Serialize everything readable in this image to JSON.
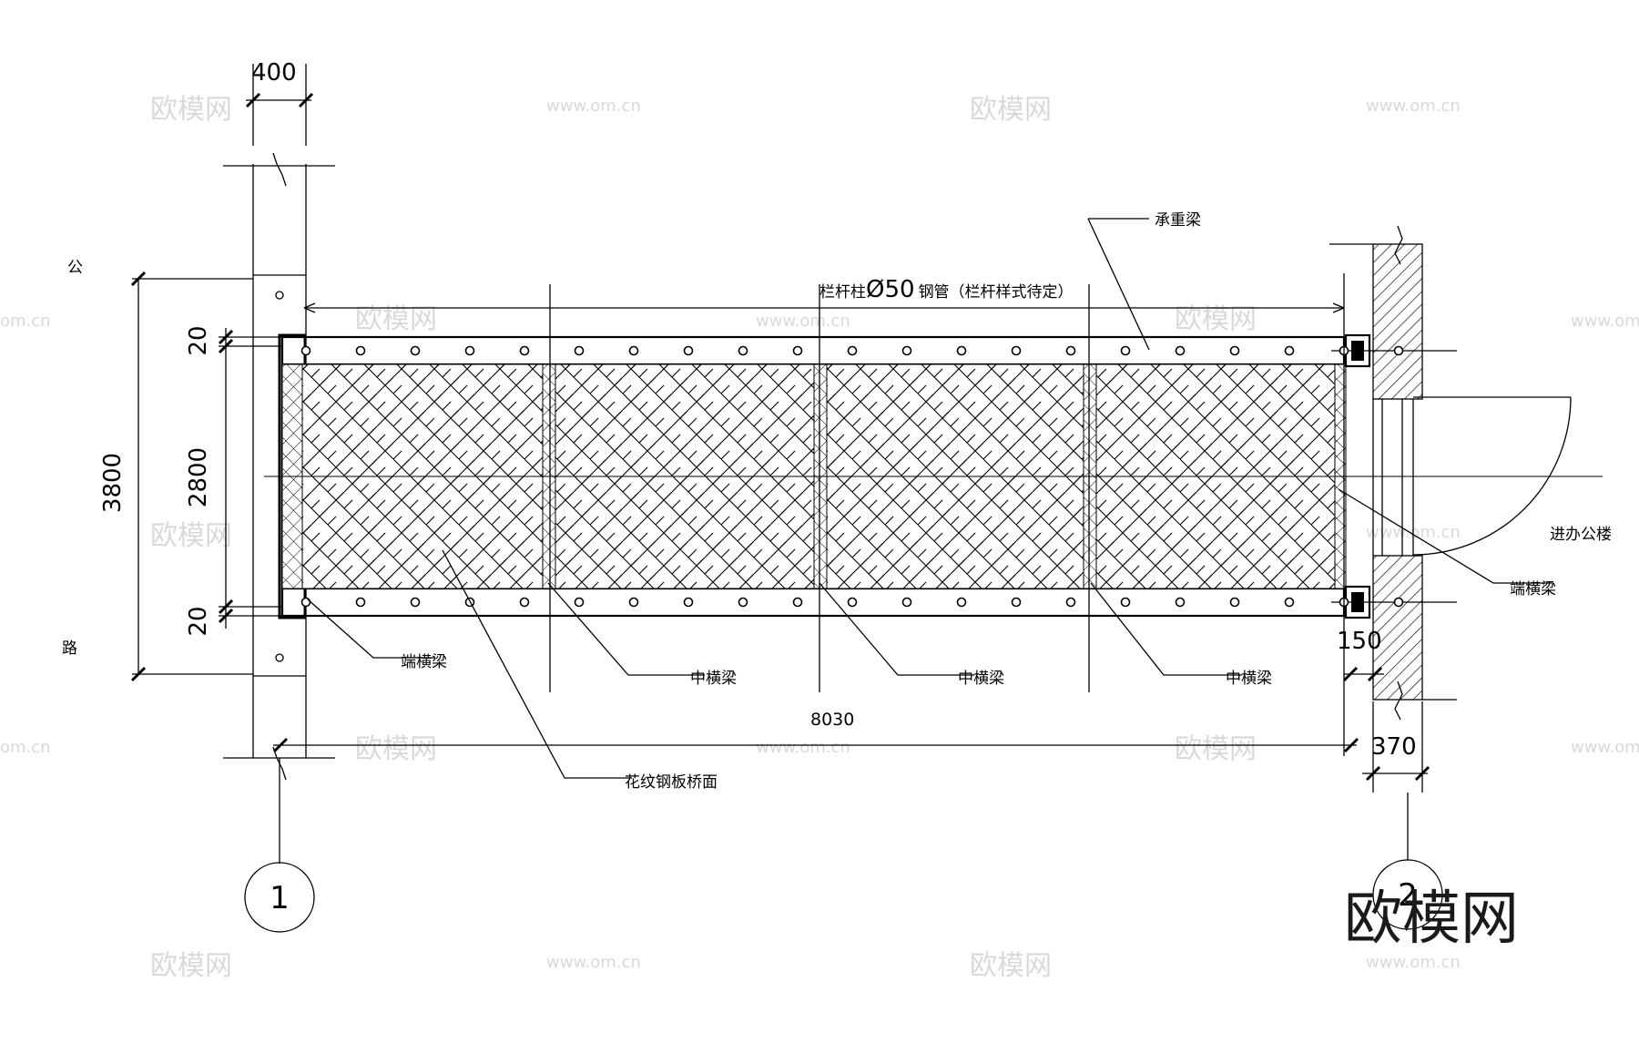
{
  "labels": {
    "road_top": "公",
    "road_bottom": "路",
    "load_beam": "承重梁",
    "railing_prefix": "栏杆柱",
    "railing_dia": "Ø50",
    "railing_suffix": "钢管（栏杆样式待定）",
    "to_office": "进办公楼",
    "end_beam_right": "端横梁",
    "end_beam_left": "端横梁",
    "mid_beam_1": "中横梁",
    "mid_beam_2": "中横梁",
    "mid_beam_3": "中横梁",
    "deck": "花纹钢板桥面"
  },
  "dimensions": {
    "top_width": "400",
    "total_width": "3800",
    "deck_width": "2800",
    "edge_top": "20",
    "edge_bottom": "20",
    "span": "8030",
    "right_offset": "150",
    "wall": "370"
  },
  "grid": {
    "left": "1",
    "right": "2"
  },
  "watermark": {
    "cn": "欧模网",
    "url": "www.om.cn",
    "url_short": "om.cn",
    "logo": "欧模网"
  }
}
